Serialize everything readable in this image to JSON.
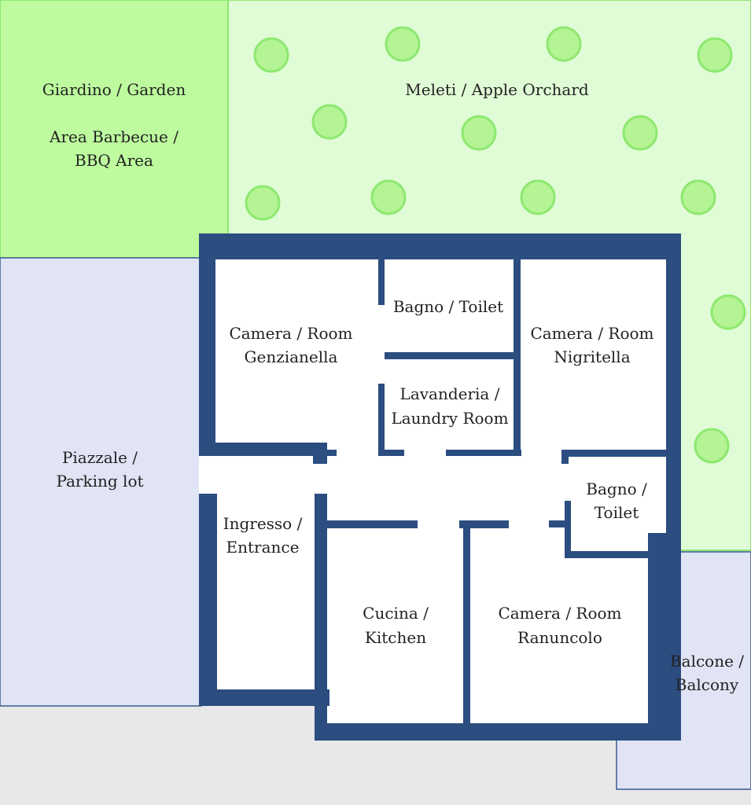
{
  "colors": {
    "background": "#e8e8e8",
    "garden": "#bdfb9e",
    "orchard": "#e0fcd6",
    "tree_fill": "#b4f494",
    "tree_stroke": "#8ee870",
    "paved": "#e0e4f4",
    "wall": "#2b4d80",
    "room_floor": "#ffffff"
  },
  "areas": {
    "garden": {
      "line1": "Giardino / Garden",
      "line2": "Area Barbecue /",
      "line3": "BBQ Area"
    },
    "orchard": {
      "label": "Meleti / Apple Orchard"
    },
    "parking": {
      "line1": "Piazzale /",
      "line2": "Parking lot"
    },
    "balcony": {
      "line1": "Balcone /",
      "line2": "Balcony"
    }
  },
  "rooms": {
    "genzianella": {
      "line1": "Camera / Room",
      "line2": "Genzianella"
    },
    "toilet_top": {
      "label": "Bagno / Toilet"
    },
    "nigritella": {
      "line1": "Camera / Room",
      "line2": "Nigritella"
    },
    "laundry": {
      "line1": "Lavanderia /",
      "line2": "Laundry Room"
    },
    "toilet_right": {
      "line1": "Bagno /",
      "line2": "Toilet"
    },
    "entrance": {
      "line1": "Ingresso /",
      "line2": "Entrance"
    },
    "kitchen": {
      "line1": "Cucina /",
      "line2": "Kitchen"
    },
    "ranuncolo": {
      "line1": "Camera / Room",
      "line2": "Ranuncolo"
    }
  }
}
